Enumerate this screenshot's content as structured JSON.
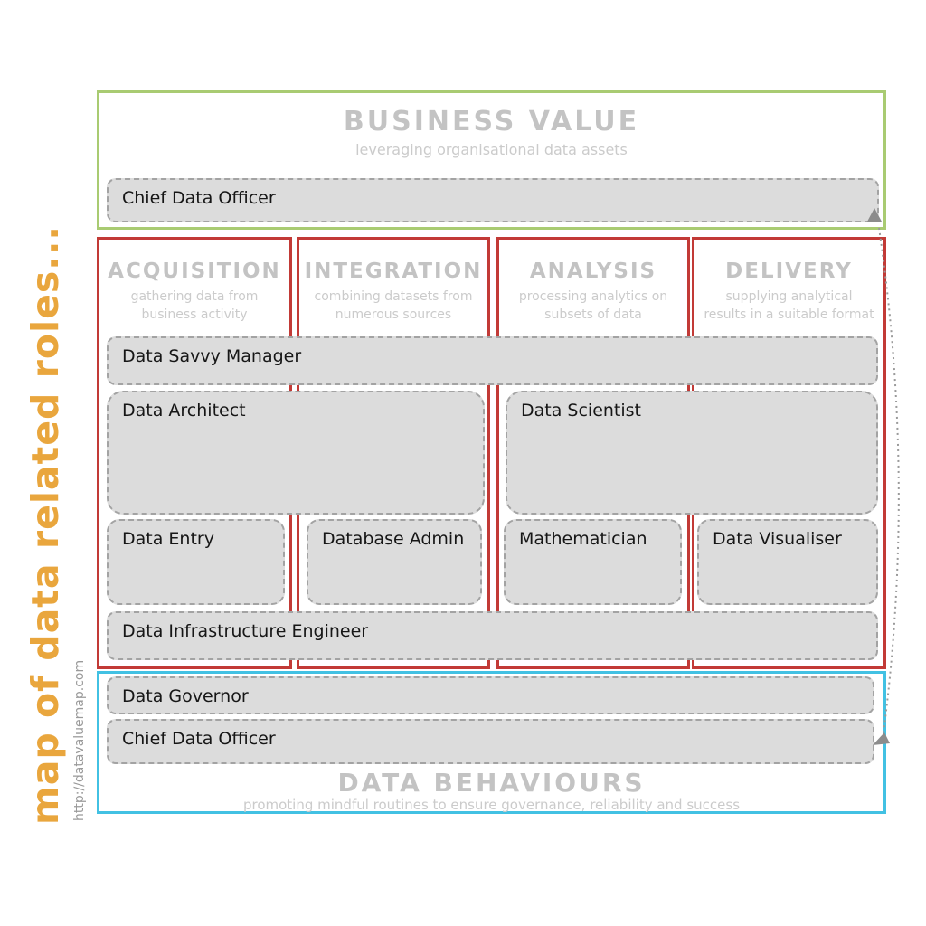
{
  "branding": {
    "map_title": "map of data related roles...",
    "url": "http://datavaluemap.com"
  },
  "colors": {
    "gold": "#e9a63d",
    "green_border": "#a9cb72",
    "red_border": "#c23a36",
    "cyan_border": "#42c1e3",
    "box_fill": "#dcdcdc",
    "dashed_border": "#a3a3a3",
    "heading_gray": "#c3c3c3"
  },
  "business_value": {
    "title": "BUSINESS VALUE",
    "subtitle": "leveraging organisational data assets",
    "role": "Chief Data Officer"
  },
  "columns": [
    {
      "title": "ACQUISITION",
      "subtitle": "gathering data from business activity"
    },
    {
      "title": "INTEGRATION",
      "subtitle": "combining datasets from numerous sources"
    },
    {
      "title": "ANALYSIS",
      "subtitle": "processing analytics on subsets of data"
    },
    {
      "title": "DELIVERY",
      "subtitle": "supplying analytical results in a suitable format"
    }
  ],
  "roles": {
    "data_savvy_manager": "Data Savvy Manager",
    "data_architect": "Data Architect",
    "data_scientist": "Data Scientist",
    "data_entry": "Data Entry",
    "database_admin": "Database Admin",
    "mathematician": "Mathematician",
    "data_visualiser": "Data Visualiser",
    "data_infrastructure_engineer": "Data Infrastructure Engineer"
  },
  "data_behaviours": {
    "title": "DATA BEHAVIOURS",
    "subtitle": "promoting mindful routines to ensure governance, reliability and success",
    "roles": [
      "Data Governor",
      "Chief Data Officer"
    ]
  }
}
